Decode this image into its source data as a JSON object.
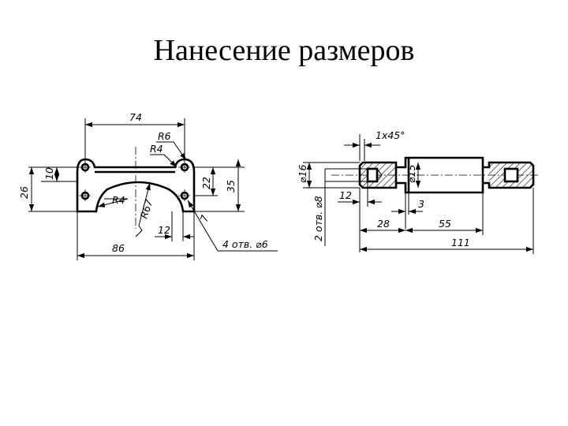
{
  "title": "Нанесение размеров",
  "left_part": {
    "labels": {
      "width_74": "74",
      "radius_6": "R6",
      "radius_4_top": "R4",
      "height_10": "10",
      "height_26": "26",
      "height_22": "22",
      "height_35": "35",
      "radius_4_left": "R4",
      "radius_67": "R67",
      "dim_7": "7",
      "dim_12": "12",
      "width_86": "86",
      "holes_note": "4 отв. ⌀6"
    }
  },
  "right_part": {
    "labels": {
      "chamfer": "1x45°",
      "dia_16": "⌀16",
      "dia_15": "⌀15",
      "holes_note": "2 отв. ⌀8",
      "dim_12": "12",
      "dim_3": "3",
      "dim_28": "28",
      "dim_55": "55",
      "dim_111": "111"
    }
  }
}
